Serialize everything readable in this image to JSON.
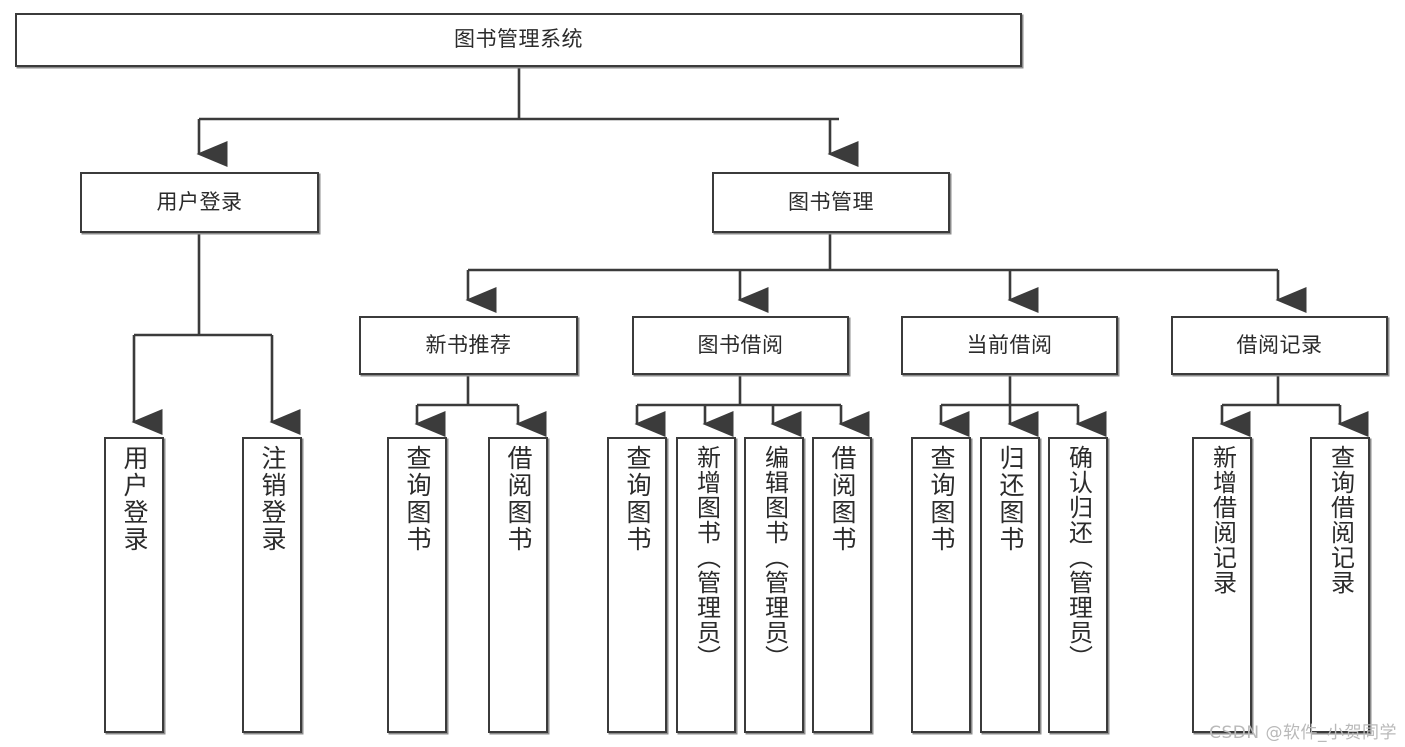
{
  "diagram": {
    "title": "图书管理系统",
    "type": "hierarchy-tree",
    "root": {
      "label": "图书管理系统"
    },
    "level2": [
      {
        "label": "用户登录"
      },
      {
        "label": "图书管理"
      }
    ],
    "level3": [
      {
        "label": "新书推荐"
      },
      {
        "label": "图书借阅"
      },
      {
        "label": "当前借阅"
      },
      {
        "label": "借阅记录"
      }
    ],
    "leaves": [
      {
        "label": "用户登录",
        "parent": "用户登录"
      },
      {
        "label": "注销登录",
        "parent": "用户登录"
      },
      {
        "label": "查询图书",
        "parent": "新书推荐"
      },
      {
        "label": "借阅图书",
        "parent": "新书推荐"
      },
      {
        "label": "查询图书",
        "parent": "图书借阅"
      },
      {
        "label": "新增图书（管理员）",
        "parent": "图书借阅"
      },
      {
        "label": "编辑图书（管理员）",
        "parent": "图书借阅"
      },
      {
        "label": "借阅图书",
        "parent": "图书借阅"
      },
      {
        "label": "查询图书",
        "parent": "当前借阅"
      },
      {
        "label": "归还图书",
        "parent": "当前借阅"
      },
      {
        "label": "确认归还（管理员）",
        "parent": "当前借阅"
      },
      {
        "label": "新增借阅记录",
        "parent": "借阅记录"
      },
      {
        "label": "查询借阅记录",
        "parent": "借阅记录"
      }
    ],
    "watermark": "CSDN @软件_小贺同学",
    "colors": {
      "stroke": "#3b3b3b",
      "shadow": "#8c8c8c",
      "background": "#ffffff",
      "text": "#2b2b2b",
      "watermark": "#b9b9b9"
    }
  }
}
